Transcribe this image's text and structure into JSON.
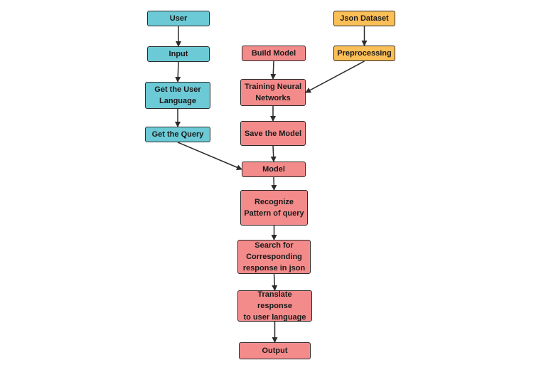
{
  "colors": {
    "user_flow": "#6ccad6",
    "model_flow": "#f38b8b",
    "dataset_flow": "#fbbf57",
    "stroke": "#2b2b2b"
  },
  "nodes": {
    "user": "User",
    "input": "Input",
    "get_language": "Get the User\nLanguage",
    "get_query": "Get the Query",
    "build_model": "Build Model",
    "json_dataset": "Json Dataset",
    "preprocessing": "Preprocessing",
    "training": "Training Neural\nNetworks",
    "save_model": "Save the Model",
    "model": "Model",
    "recognize": "Recognize\nPattern of query",
    "search": "Search for\nCorresponding\nresponse in json",
    "translate": "Translate response\nto user language",
    "output": "Output"
  },
  "edges": [
    [
      "user",
      "input"
    ],
    [
      "input",
      "get_language"
    ],
    [
      "get_language",
      "get_query"
    ],
    [
      "get_query",
      "model"
    ],
    [
      "build_model",
      "training"
    ],
    [
      "json_dataset",
      "preprocessing"
    ],
    [
      "preprocessing",
      "training"
    ],
    [
      "training",
      "save_model"
    ],
    [
      "save_model",
      "model"
    ],
    [
      "model",
      "recognize"
    ],
    [
      "recognize",
      "search"
    ],
    [
      "search",
      "translate"
    ],
    [
      "translate",
      "output"
    ]
  ]
}
